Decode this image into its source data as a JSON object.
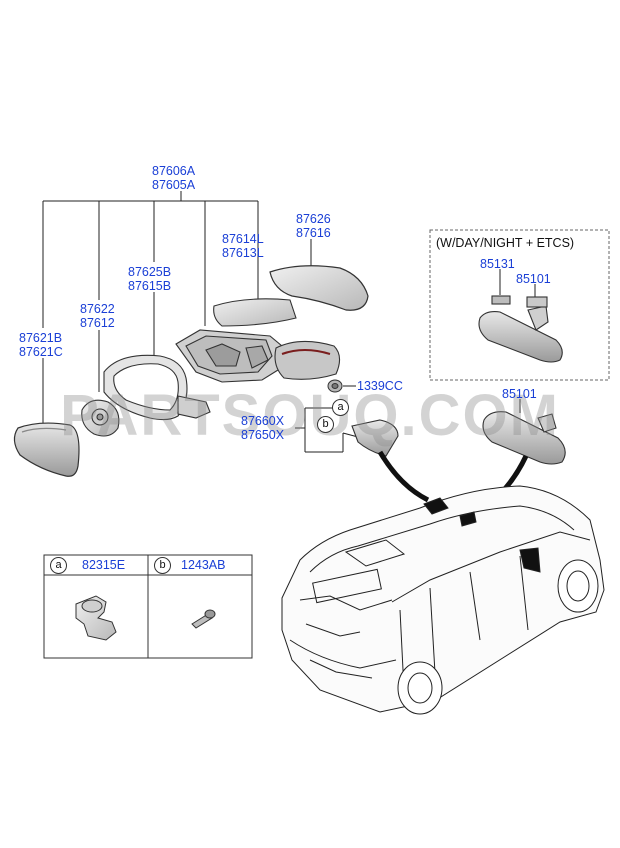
{
  "labels": {
    "mirror_assy_top": "87606A",
    "mirror_assy_bottom": "87605A",
    "cover_top": "87626",
    "cover_bottom": "87616",
    "garnish_top": "87614L",
    "garnish_bottom": "87613L",
    "holder_top": "87625B",
    "holder_bottom": "87615B",
    "actuator_top": "87622",
    "actuator_bottom": "87612",
    "glass_top": "87621B",
    "glass_bottom": "87621C",
    "screw": "1339CC",
    "inner_cover_top": "87660X",
    "inner_cover_bottom": "87650X",
    "rear_mirror_option_a": "85131",
    "rear_mirror_option_b": "85101",
    "rear_mirror_std": "85101"
  },
  "option_box": {
    "title": "(W/DAY/NIGHT + ETCS)"
  },
  "legend": {
    "a_letter": "a",
    "a_part": "82315E",
    "b_letter": "b",
    "b_part": "1243AB"
  },
  "callouts": {
    "a": "a",
    "b": "b"
  },
  "watermark": "PARTSOUQ.COM",
  "colors": {
    "label_blue": "#1a3fd6",
    "line": "#222222",
    "part_fill": "#d9d9d9"
  }
}
